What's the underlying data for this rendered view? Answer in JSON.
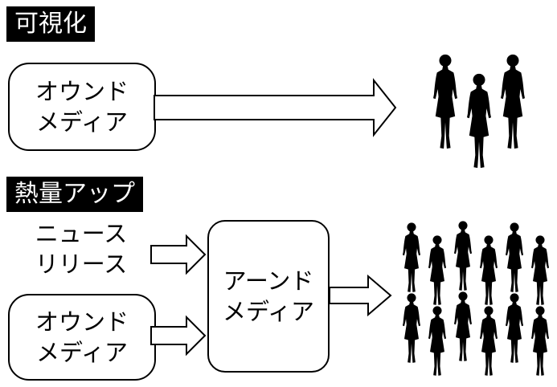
{
  "section_visibility": {
    "heading": "可視化"
  },
  "section_heat": {
    "heading": "熱量アップ"
  },
  "owned_media_top": {
    "line1": "オウンド",
    "line2": "メディア"
  },
  "news_release": {
    "line1": "ニュース",
    "line2": "リリース"
  },
  "owned_media_bottom": {
    "line1": "オウンド",
    "line2": "メディア"
  },
  "earned_media": {
    "line1": "アーンド",
    "line2": "メディア"
  },
  "audience_small": {
    "icon": "person-silhouette-icon",
    "count": 3
  },
  "audience_large": {
    "icon": "person-silhouette-icon",
    "count": 12
  },
  "colors": {
    "ink": "#000000",
    "paper": "#ffffff"
  }
}
